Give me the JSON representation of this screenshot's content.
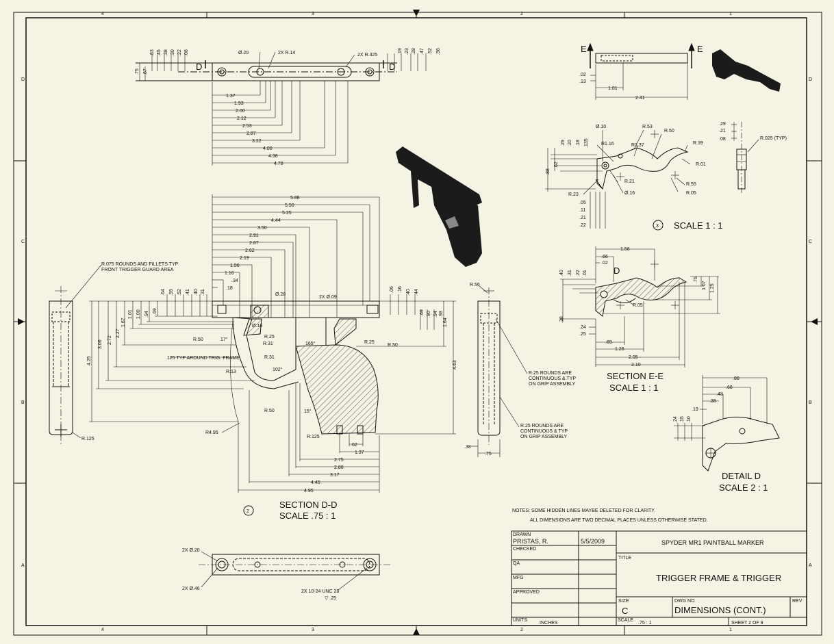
{
  "colors": {
    "paper": "#f5f3e3",
    "ink": "#111111",
    "hatch": "#333333",
    "part": "#1b1b1b"
  },
  "zones": {
    "cols": [
      "4",
      "3",
      "2",
      "1"
    ],
    "rows": [
      "D",
      "C",
      "B",
      "A"
    ]
  },
  "title_block": {
    "drawn_label": "DRAWN",
    "drawn_by": "PRISTAS, R.",
    "drawn_date": "5/5/2009",
    "checked_label": "CHECKED",
    "qa_label": "QA",
    "mfg_label": "MFG",
    "approved_label": "APPROVED",
    "company": "SPYDER MR1 PAINTBALL MARKER",
    "title_label": "TITLE",
    "title": "TRIGGER FRAME & TRIGGER",
    "size_label": "SIZE",
    "size": "C",
    "dwg_no_label": "DWG NO",
    "dwg_no": "DIMENSIONS (CONT.)",
    "rev_label": "REV",
    "units_label": "UNITS",
    "units": "INCHES",
    "scale_label": "SCALE",
    "scale": ".75 : 1",
    "sheet": "SHEET 2 OF 8"
  },
  "notes": {
    "line1": "NOTES: SOME HIDDEN LINES MAYBE DELETED FOR CLARITY.",
    "line2": "ALL DIMENSIONS ARE TWO DECIMAL PLACES UNLESS OTHERWISE STATED."
  },
  "views": {
    "section_dd": {
      "balloon": "2",
      "name": "SECTION D-D",
      "scale": "SCALE .75 : 1"
    },
    "trigger": {
      "balloon": "3",
      "scale": "SCALE 1 : 1"
    },
    "section_ee": {
      "name": "SECTION E-E",
      "scale": "SCALE 1 : 1"
    },
    "detail_d": {
      "name": "DETAIL  D",
      "scale": "SCALE 2 : 1"
    }
  },
  "callouts": {
    "front_fillets": [
      "R.075  ROUNDS AND FILLETS TYP",
      "FRONT TRIGGER GUARD AREA"
    ],
    "trig_frame": ".125 TYP AROUND TRIG. FRAME",
    "grip_rounds_1": [
      "R.25 ROUNDS ARE",
      "CONTINUOUS & TYP",
      "ON GRIP ASSEMBLY"
    ],
    "grip_rounds_2": [
      "R.25 ROUNDS ARE",
      "CONTINUOUS & TYP",
      "ON GRIP ASSEMBLY"
    ],
    "hole_a": "2X Ø.20",
    "hole_b": "2X Ø.46",
    "tap": "2X 10-24 UNC 28",
    "tap_depth": "▽ .25",
    "typ_radius": "R.025 (TYP)",
    "top_dia": "Ø.20",
    "top_r14": "2X R.14",
    "top_r325": "2X R.325",
    "r495": "R4.95",
    "r125a": "R.125",
    "r125b": "R.125",
    "r56": "R.56",
    "phi28": "Ø.28",
    "phi09": "2X Ø.09",
    "phi16": "Ø.16",
    "ang17": "17°",
    "ang165": "165°",
    "ang102": "102°",
    "ang15": "15°"
  },
  "dims": {
    "top_h": [
      "1.37",
      "1.93",
      "2.00",
      "2.12",
      "2.53",
      "2.87",
      "3.22",
      "4.00",
      "4.38",
      "4.78"
    ],
    "top_v_left": [
      ".53",
      ".45",
      ".38",
      ".30",
      ".22",
      ".08"
    ],
    "top_v_right": [
      ".19",
      ".23",
      ".28",
      ".47",
      ".52",
      ".56"
    ],
    "top_side": [
      ".75",
      ".67"
    ],
    "sec_h": [
      "5.88",
      "5.50",
      "5.25",
      "4.44",
      "3.50",
      "2.91",
      "2.87",
      "2.62",
      "2.19",
      "1.56",
      "1.16",
      ".34",
      ".18"
    ],
    "sec_v_top": [
      ".64",
      ".59",
      ".52",
      ".41",
      ".40",
      ".31"
    ],
    "sec_v_left": [
      "1.01",
      "1.00",
      ".94",
      ".69"
    ],
    "sec_v_right": [
      ".06",
      ".16",
      ".40",
      ".44"
    ],
    "sec_v_right2": [
      ".69",
      ".90",
      ".94",
      ".98"
    ],
    "sec_v_outer": [
      "4.25",
      "3.06",
      "2.72",
      "2.27",
      "1.67"
    ],
    "sec_bottom": [
      ".62",
      "1.37",
      "2.75",
      "2.88",
      "3.17",
      "4.40",
      "4.95"
    ],
    "sec_r": [
      "R.50",
      "R.31",
      "R.25",
      "R.25",
      "R.50",
      "R.31",
      "R.13",
      "R.50"
    ],
    "right_v": [
      "4.63",
      "1.64"
    ],
    "side_bot": [
      ".38",
      ".75"
    ],
    "ee_top": [
      "1.01",
      "2.41"
    ],
    "ee_v": [
      ".02",
      ".13"
    ],
    "trig_v": [
      ".29",
      ".20",
      ".18",
      ".135"
    ],
    "trig_v2": [
      ".88",
      ".62"
    ],
    "trig_r": [
      "Ø.10",
      "R.53",
      "R.50",
      "R1.16",
      "R1.37",
      "R.39",
      "R.01",
      "R.21",
      "R.55",
      "R.23",
      "Ø.16",
      "R.05"
    ],
    "trig_bottom": [
      ".05",
      ".11",
      ".21",
      ".22"
    ],
    "small_v": [
      ".29",
      ".21",
      ".08"
    ],
    "see_h": [
      "1.56",
      ".66",
      ".02"
    ],
    "see_v": [
      ".40",
      ".31",
      ".22",
      ".01"
    ],
    "see_v2": [
      ".75",
      "1.07",
      "1.25"
    ],
    "see_bot": [
      ".24",
      ".25",
      ".69",
      "1.26",
      "2.05",
      "2.10"
    ],
    "see_misc": [
      ".38",
      "R.05"
    ],
    "det_h": [
      ".88",
      ".68",
      ".43",
      ".38",
      ".19"
    ],
    "det_v": [
      ".24",
      ".15",
      ".10"
    ]
  }
}
